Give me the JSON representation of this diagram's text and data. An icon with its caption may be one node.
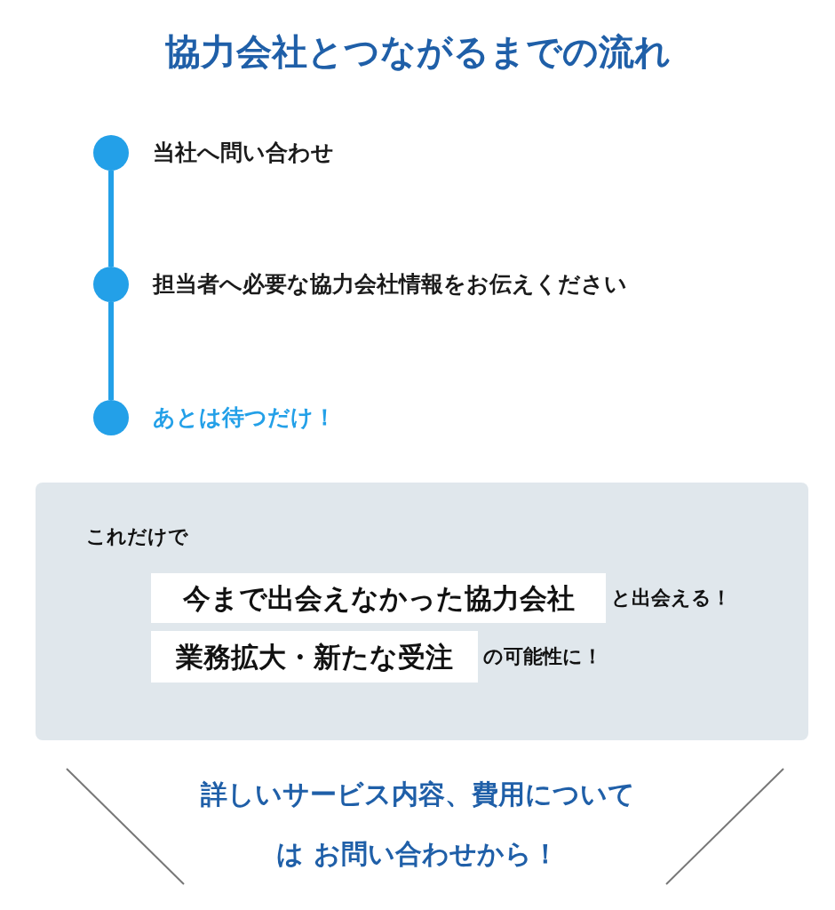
{
  "diagram": {
    "title": "協力会社とつながるまでの流れ",
    "nodes": [
      {
        "text": [],
        "shape": "circle",
        "beside": [
          "当社へ問い合わせ"
        ]
      },
      {
        "text": [],
        "shape": "circle",
        "beside": [
          "担当者へ必要な協力会社情報をお伝えください"
        ]
      },
      {
        "text": [],
        "shape": "circle",
        "beside": [
          "あとは待つだけ！"
        ]
      },
      {
        "text": [
          "これだけで"
        ]
      },
      {
        "text": [
          "今まで出会えなかった協力会社"
        ],
        "in": 3,
        "beside": [
          "と出会える！"
        ]
      },
      {
        "text": [
          "業務拡大・新たな受注"
        ],
        "in": 3,
        "beside": [
          "の可能性に！"
        ]
      }
    ],
    "edges": [
      {
        "from": 0,
        "to": 1,
        "arrow": "none"
      },
      {
        "from": 1,
        "to": 2,
        "arrow": "none"
      }
    ],
    "labels": [
      "詳しいサービス内容、費用については お問い合わせから！"
    ]
  }
}
